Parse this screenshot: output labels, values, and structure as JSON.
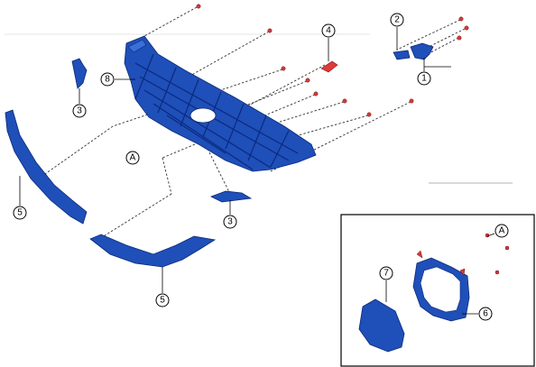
{
  "callouts": {
    "c1": "1",
    "c2": "2",
    "c3a": "3",
    "c3b": "3",
    "c4": "4",
    "c5a": "5",
    "c5b": "5",
    "c6": "6",
    "c7": "7",
    "c8": "8",
    "cAmain": "A",
    "cAinset": "A"
  },
  "colors": {
    "part_blue": "#1f4fb8",
    "fastener_red": "#d23a3a",
    "line_black": "#000000"
  }
}
